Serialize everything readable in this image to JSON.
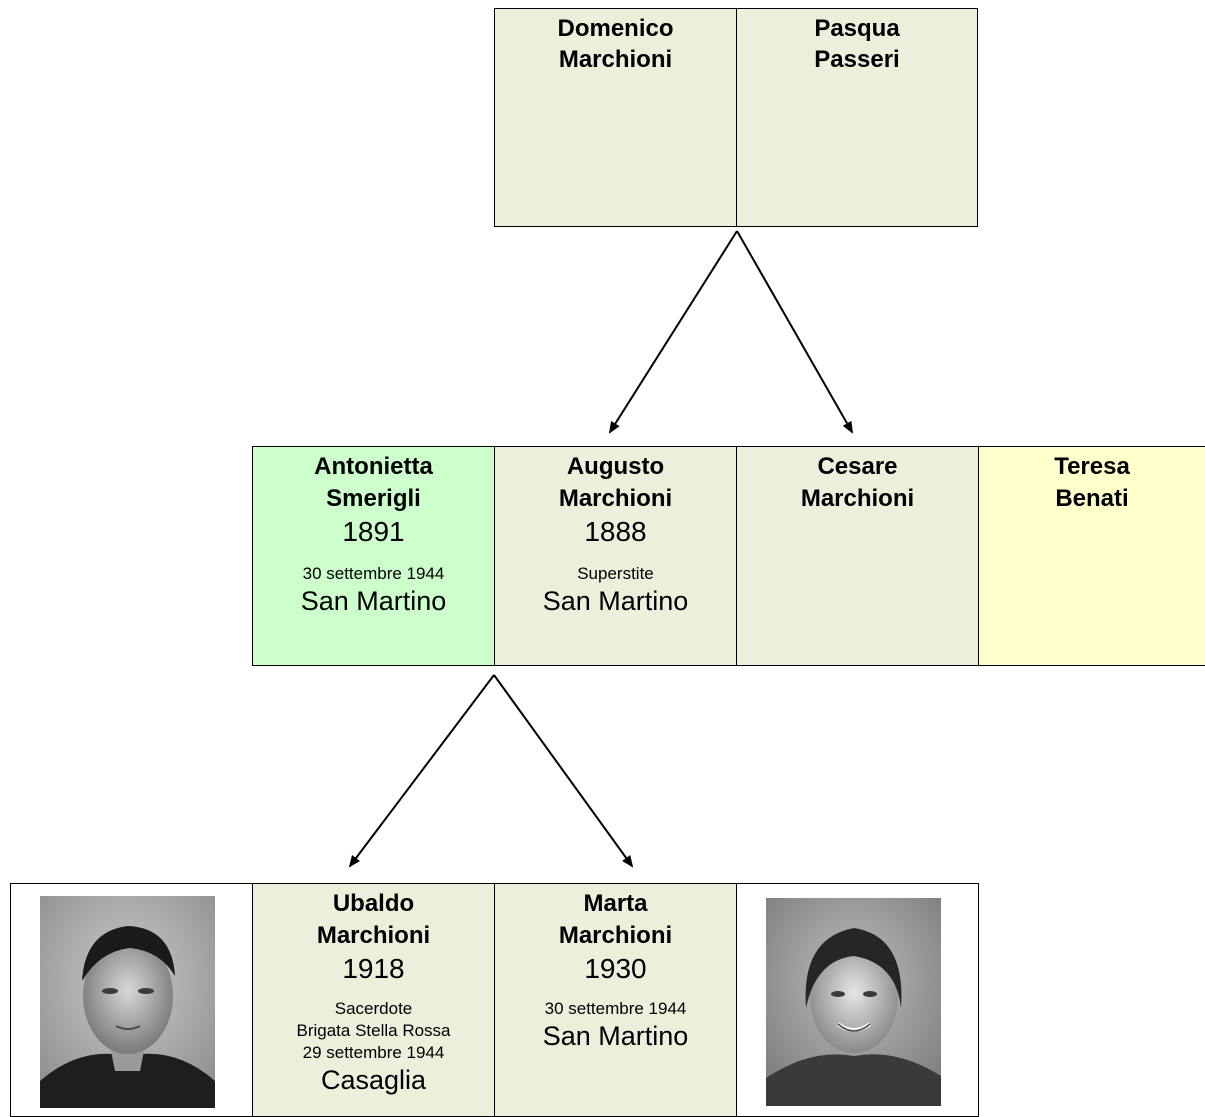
{
  "generation1": {
    "domenico": {
      "first": "Domenico",
      "last": "Marchioni"
    },
    "pasqua": {
      "first": "Pasqua",
      "last": "Passeri"
    }
  },
  "generation2": {
    "antonietta": {
      "first": "Antonietta",
      "last": "Smerigli",
      "year": "1891",
      "note": "30 settembre  1944",
      "place": "San Martino"
    },
    "augusto": {
      "first": "Augusto",
      "last": "Marchioni",
      "year": "1888",
      "note": "Superstite",
      "place": "San Martino"
    },
    "cesare": {
      "first": "Cesare",
      "last": "Marchioni"
    },
    "teresa": {
      "first": "Teresa",
      "last": "Benati"
    }
  },
  "generation3": {
    "ubaldo": {
      "first": "Ubaldo",
      "last": "Marchioni",
      "year": "1918",
      "note1": "Sacerdote",
      "note2": "Brigata Stella Rossa",
      "note3": "29 settembre 1944",
      "place": "Casaglia"
    },
    "marta": {
      "first": "Marta",
      "last": "Marchioni",
      "year": "1930",
      "note": "30 settembre 1944",
      "place": "San Martino"
    }
  },
  "colors": {
    "default_cell": "#ebf0dc",
    "victim_cell": "#ccffcc",
    "spouse_cell": "#ffffcc"
  }
}
